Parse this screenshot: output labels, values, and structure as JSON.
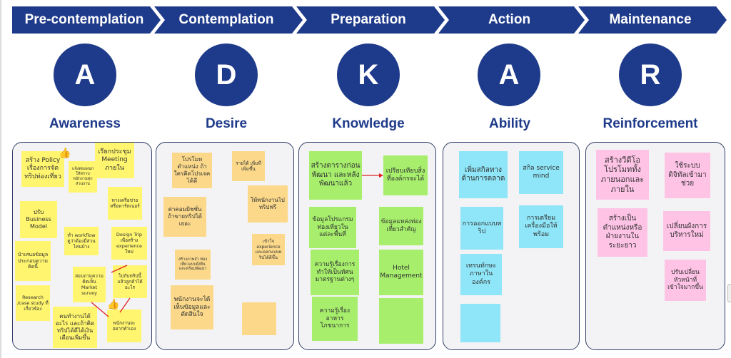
{
  "phases": [
    "Pre-contemplation",
    "Contemplation",
    "Preparation",
    "Action",
    "Maintenance"
  ],
  "letters": [
    "A",
    "D",
    "K",
    "A",
    "R"
  ],
  "stages": [
    "Awareness",
    "Desire",
    "Knowledge",
    "Ability",
    "Reinforcement"
  ],
  "colors": {
    "navy": "#1e3a8a",
    "panel_bg": "#f3f3f5",
    "yellow": "#fff56e",
    "orange": "#fcd98a",
    "green": "#a6ee6c",
    "blue": "#8ee6f8",
    "pink": "#ffc3e6"
  },
  "notes": {
    "awareness": [
      "สร้าง Policy เรื่องการจัดทริปท่องเที่ยว",
      "เรียกประชุม Meeting ภายใน",
      "แจ้งต่อแผนกให้ทราบ พนักงานทุกส่วนงาน",
      "ทางเครือข่าย หรือพาร์ทเนอร์",
      "ปรับ Business Model",
      "ทำ workflow ดูว่าต้องมีส่วนไหนบ้าง",
      "Design Trip เพื่อสร้าง experience ใหม่",
      "นำเสนอข้อมูล ประกอบความคิดนี้",
      "สอบถามความคิดเห็น Market survey",
      "ไปกับทริปนี้ แล้วลูกค้าได้อะไร",
      "Research /case study ที่เกี่ยวข้อง",
      "คนทำงานได้อะไร และถ้าคิดทริปได้ดีได้เงินเดือนเพิ่มขึ้น",
      "พนักงานจะอยากทำเอง"
    ],
    "desire": [
      "โปรโมทตำแหน่ง ถ้าใครคิดโปรเจคได้ดี",
      "รายได้ เพิ่มที่เพิ่มขึ้น",
      "ค่าคอมมิชชั่นถ้าขายทริปได้เยอะ",
      "ให้พนักงานไปทริปฟรี",
      "สร้างภาพจำ ท่องเที่ยวแบบยั่งยืน และพร้อมพัฒนา",
      "เข้าใจ experience และออกแบบทริปได้ดีขึ้น",
      "พนักงานจะได้เห็นข้อมูลและตัดสินใจ",
      ""
    ],
    "knowledge": [
      "สร้างตารางก่อนพัฒนา และหลังพัฒนาแล้ว",
      "เปรียบเทียบสิ่งที่องค์กรจะได้",
      "ข้อมูลโปรแกรมท่องเที่ยวในแต่ละพื้นที่",
      "ข้อมูลแหล่งท่องเที่ยวสำคัญ",
      "ความรู้เรื่องการทำให้เป็นทัศนมาตรฐานต่างๆ",
      "Hotel Management",
      "ความรู้เรื่องอาหาร โภชนาการ",
      ""
    ],
    "ability": [
      "เพิ่มสกิลทางด้านการตลาด",
      "สกิล service mind",
      "การออกแบบทริป",
      "การเตรียมเครื่องมือให้พร้อม",
      "เทรนทักษะภาษาในองค์กร",
      ""
    ],
    "reinforcement": [
      "สร้างวีดีโอโปรโมททั้งภายนอกและภายใน",
      "ใช้ระบบดิจิทัลเข้ามาช่วย",
      "สร้างเป็นตำแหน่งหรือฝ่ายงานในระยะยาว",
      "เปลี่ยนผังการบริหารใหม่",
      "ปรับเปลี่ยนหัวหน้าที่เข้าใจมากขึ้น"
    ]
  }
}
